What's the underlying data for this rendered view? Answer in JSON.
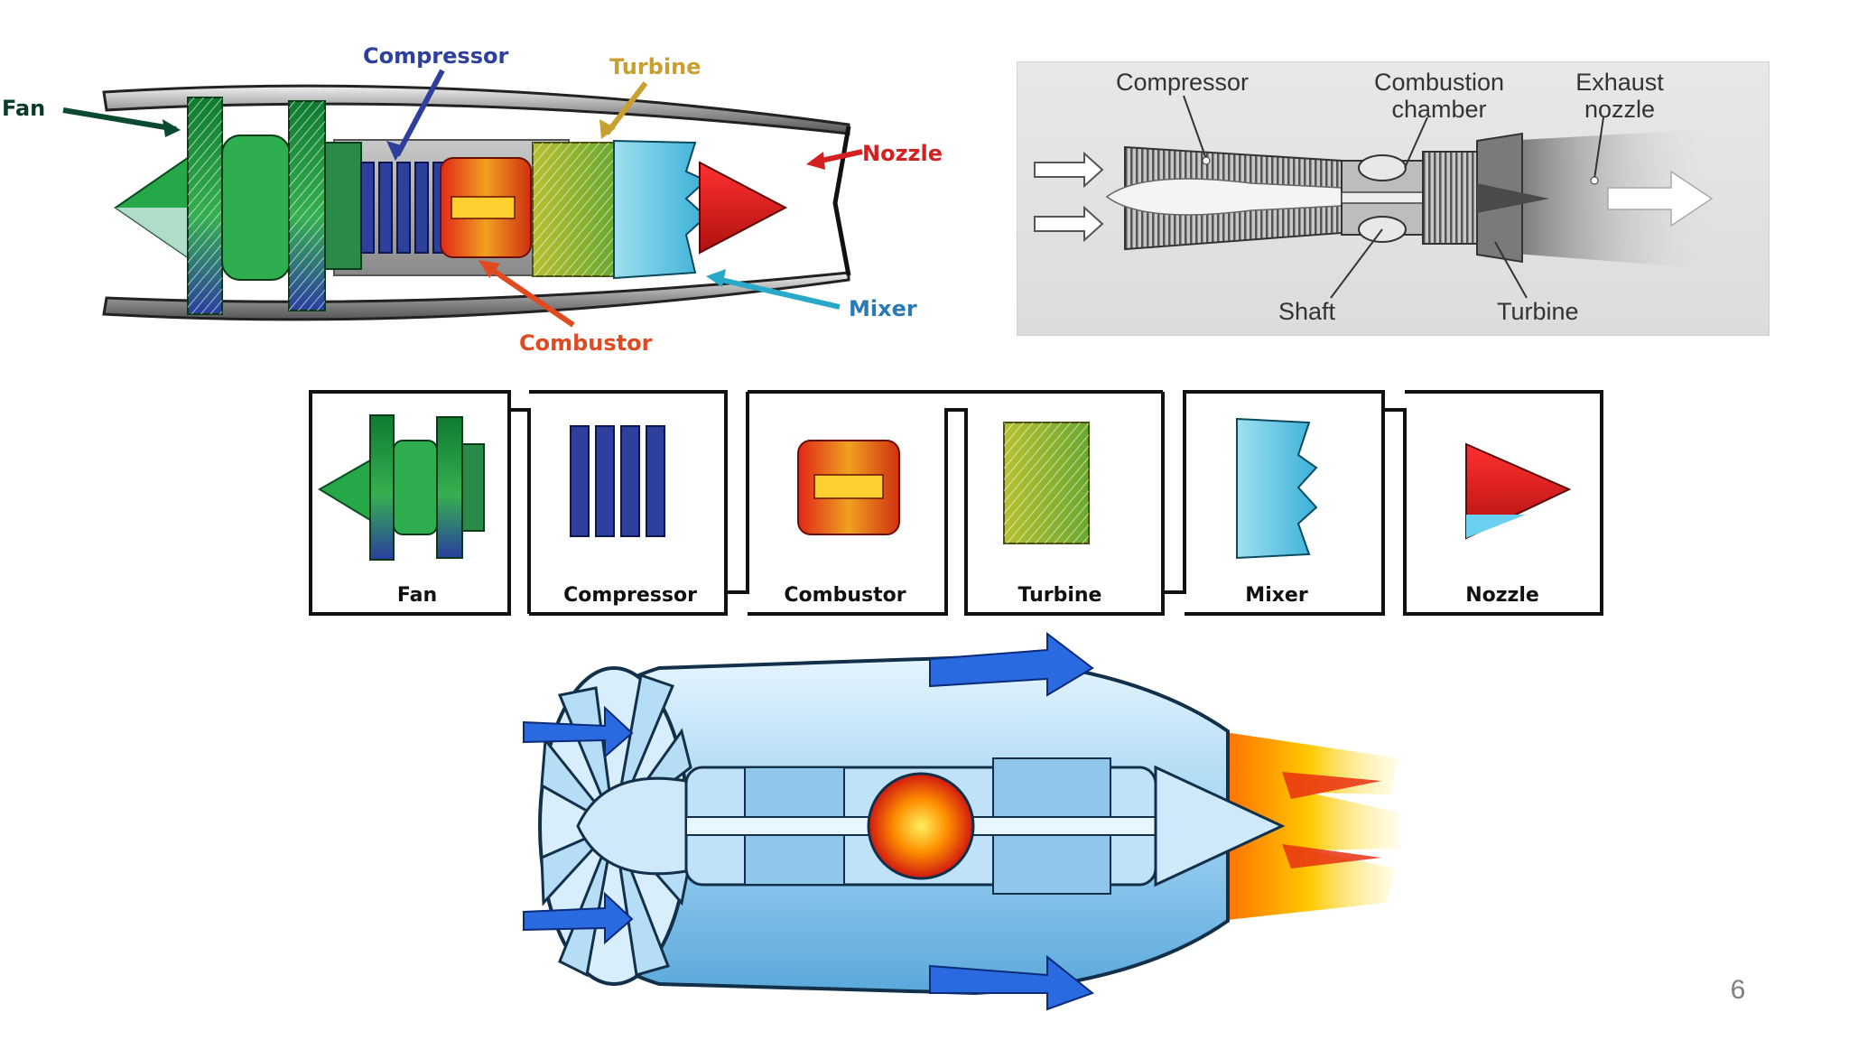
{
  "slide": {
    "page_number": "6"
  },
  "diagram_top_left": {
    "labels": {
      "fan": "Fan",
      "compressor": "Compressor",
      "turbine": "Turbine",
      "nozzle": "Nozzle",
      "mixer": "Mixer",
      "combustor": "Combustor"
    },
    "colors": {
      "fan": "#1d8a3c",
      "compressor": "#2e3f9e",
      "turbine": "#c8a030",
      "nozzle": "#d42020",
      "mixer": "#2aa8c8",
      "combustor": "#e04a20"
    }
  },
  "diagram_top_right": {
    "labels": {
      "compressor": "Compressor",
      "combustion_1": "Combustion",
      "combustion_2": "chamber",
      "exhaust_1": "Exhaust",
      "exhaust_2": "nozzle",
      "shaft": "Shaft",
      "turbine": "Turbine"
    }
  },
  "component_strip": {
    "items": [
      {
        "label": "Fan"
      },
      {
        "label": "Compressor"
      },
      {
        "label": "Combustor"
      },
      {
        "label": "Turbine"
      },
      {
        "label": "Mixer"
      },
      {
        "label": "Nozzle"
      }
    ]
  }
}
